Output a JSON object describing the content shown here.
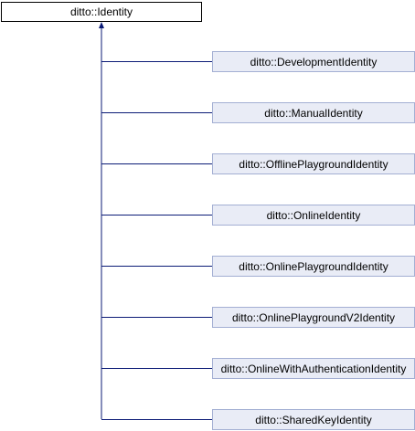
{
  "diagram": {
    "base": "ditto::Identity",
    "derived": [
      "ditto::DevelopmentIdentity",
      "ditto::ManualIdentity",
      "ditto::OfflinePlaygroundIdentity",
      "ditto::OnlineIdentity",
      "ditto::OnlinePlaygroundIdentity",
      "ditto::OnlinePlaygroundV2Identity",
      "ditto::OnlineWithAuthenticationIdentity",
      "ditto::SharedKeyIdentity"
    ],
    "colors": {
      "edge": "#0b1b76",
      "derived_fill": "#e9ecf6",
      "derived_border": "#a3afd3"
    }
  }
}
